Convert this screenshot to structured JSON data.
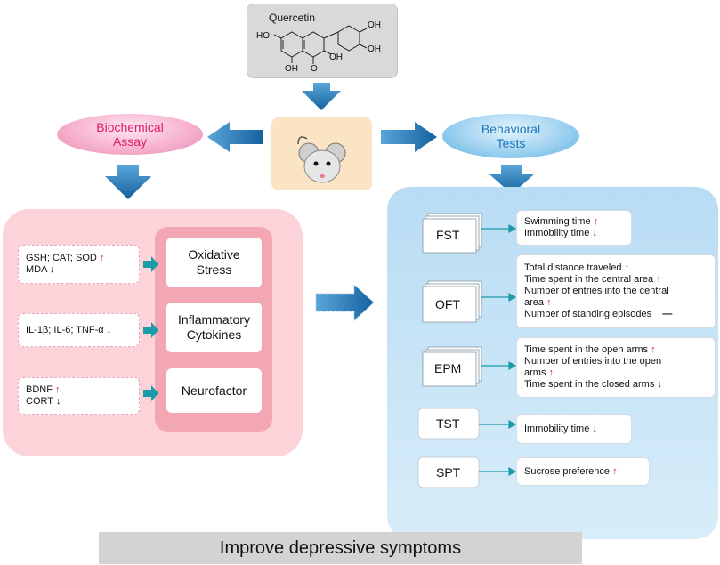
{
  "compound": {
    "name": "Quercetin",
    "substituents": [
      "HO",
      "OH",
      "OH",
      "OH",
      "OH",
      "O"
    ]
  },
  "biochemical_assay": {
    "title_line1": "Biochemical",
    "title_line2": "Assay",
    "markers": [
      {
        "line1": "GSH; CAT; SOD",
        "line1_arrow": "↑",
        "line2": "MDA",
        "line2_arrow": "↓"
      },
      {
        "line1": "IL-1β;  IL-6; TNF-α",
        "line1_arrow": "↓"
      },
      {
        "line1": "BDNF",
        "line1_arrow": "↑",
        "line2": "CORT",
        "line2_arrow": "↓"
      }
    ],
    "categories": [
      {
        "line1": "Oxidative",
        "line2": "Stress"
      },
      {
        "line1": "Inflammatory",
        "line2": "Cytokines"
      },
      {
        "line1": "Neurofactor",
        "line2": ""
      }
    ]
  },
  "behavioral_tests": {
    "title_line1": "Behavioral",
    "title_line2": "Tests",
    "tests": [
      {
        "label": "FST",
        "results": [
          {
            "text": "Swimming time",
            "arrow": "↑"
          },
          {
            "text": "Immobility time",
            "arrow": "↓"
          }
        ]
      },
      {
        "label": "OFT",
        "results": [
          {
            "text": "Total distance traveled",
            "arrow": "↑"
          },
          {
            "text": "Time spent in the central area",
            "arrow": "↑"
          },
          {
            "text": "Number of entries into the central",
            "arrow": ""
          },
          {
            "text": "area",
            "arrow": "↑"
          },
          {
            "text": "Number of standing episodes",
            "arrow": "—"
          }
        ]
      },
      {
        "label": "EPM",
        "results": [
          {
            "text": "Time spent in the open arms",
            "arrow": "↑"
          },
          {
            "text": "Number of entries into the open",
            "arrow": ""
          },
          {
            "text": "arms",
            "arrow": "↑"
          },
          {
            "text": "Time spent in the closed arms",
            "arrow": "↓"
          }
        ]
      },
      {
        "label": "TST",
        "results": [
          {
            "text": "Immobility time",
            "arrow": "↓"
          }
        ]
      },
      {
        "label": "SPT",
        "results": [
          {
            "text": "Sucrose preference",
            "arrow": "↑"
          }
        ]
      }
    ]
  },
  "conclusion": "Improve depressive symptoms",
  "colors": {
    "arrow_blue": "#1e78be",
    "up_arrow": "#e01f1f",
    "pink_panel": "#fbd3d8",
    "blue_panel": "#b8dcf3"
  }
}
